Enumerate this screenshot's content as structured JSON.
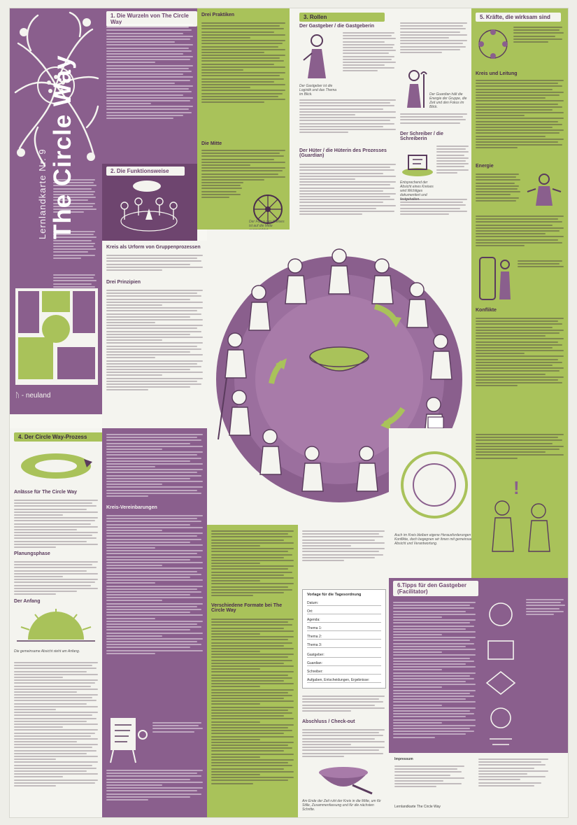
{
  "poster": {
    "title_small": "Lernlandkarte Nr. 9",
    "title_big": "The Circle Way",
    "brand": "neuland",
    "colors": {
      "purple": "#8a5f8d",
      "purple_dark": "#6e456f",
      "green": "#a9c25a",
      "light": "#f4f4ef"
    }
  },
  "sections": {
    "s1": "1. Die Wurzeln von The Circle Way",
    "s2": "2. Die Funktionsweise",
    "s3": "3. Rollen",
    "s4": "4. Der Circle Way-Prozess",
    "s5": "5. Kräfte, die wirksam sind",
    "s6": "6.Tipps für den Gastgeber (Facilitator)"
  },
  "subheads": {
    "drei_praktiken": "Drei Praktiken",
    "die_mitte": "Die Mitte",
    "gastgeber": "Der Gastgeber / die Gastgeberin",
    "hueter": "Der Hüter / die Hüterin des Prozesses (Guardian)",
    "schreiber": "Der Schreiber / die Schreiberin",
    "kreis_urform": "Kreis als Urform von Gruppenprozessen",
    "drei_prinzipien": "Drei Prinzipien",
    "kreis_vereinbarungen": "Kreis-Vereinbarungen",
    "anlaesse": "Anlässe für The Circle Way",
    "planungsphase": "Planungsphase",
    "der_anfang": "Der Anfang",
    "verschiedene_formate": "Verschiedene Formate bei The Circle Way",
    "abschluss": "Abschluss / Check-out",
    "kreis_leitung": "Kreis und Leitung",
    "energie": "Energie",
    "konflikte": "Konflikte"
  },
  "captions": {
    "gastgeber_img": "Der Gastgeber ist die Logistik und das Thema im Blick.",
    "hueter_img": "Der Guardian hält die Energie der Gruppe, die Zeit und den Fokus im Blick.",
    "schreiber_img": "Entsprechend der Absicht eines Kreises wird Wichtiges dokumentiert und festgehalten.",
    "fokus_mitte": "Der Fokus des Kreises ist auf die Mitte ausgerichtet.",
    "anfang_img": "Die gemeinsame Absicht steht am Anfang.",
    "konflikt_img": "Auch im Kreis bleiben eigene Herausforderungen und Konflikte, doch begegnen wir ihnen mit gemeinsamer Absicht und Verantwortung.",
    "bowl_img": "Am Ende der Zeit ruht der Kreis in die Mitte, um für Stille, Zusammenfassung und für die nächsten Schritte."
  },
  "form": {
    "title": "Vorlage für die Tagesordnung",
    "rows": [
      "Datum:",
      "Ort:",
      "Agenda:",
      "Thema 1:",
      "Thema 2:",
      "Thema 3:",
      "Gastgeber:",
      "Guardian:",
      "Schreiber:",
      "Aufgaben, Entscheidungen, Ergebnisse:"
    ]
  },
  "footer": {
    "line1": "Impressum",
    "line2": "Lernlandkarte The Circle Way"
  }
}
